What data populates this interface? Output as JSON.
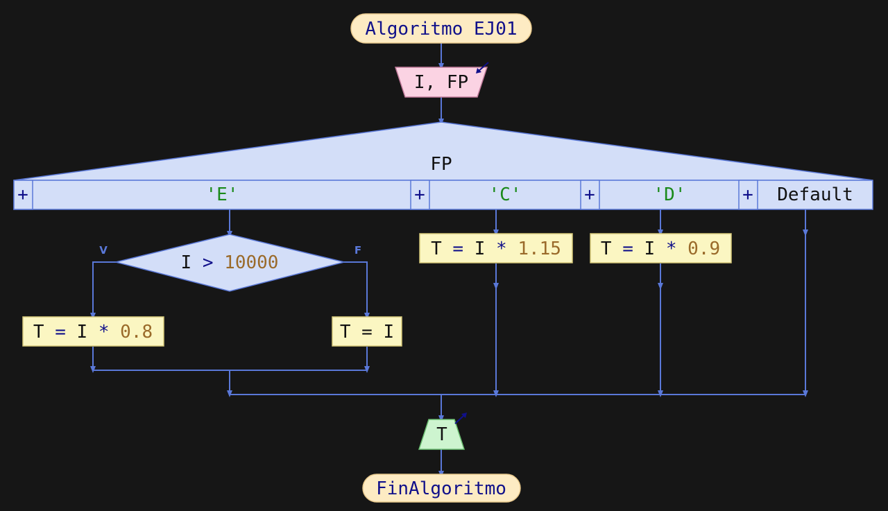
{
  "flowchart": {
    "start_label": "Algoritmo EJ01",
    "input": {
      "vars": "I, FP"
    },
    "switch": {
      "variable": "FP",
      "cases": [
        {
          "label": "'E'"
        },
        {
          "label": "'C'"
        },
        {
          "label": "'D'"
        },
        {
          "label": "Default"
        }
      ],
      "add_symbol": "+"
    },
    "decision": {
      "left": "I",
      "op": ">",
      "right": "10000",
      "true_label": "V",
      "false_label": "F"
    },
    "assign_true": {
      "lhs": "T",
      "eq": "=",
      "var": "I",
      "op": "*",
      "num": "0.8"
    },
    "assign_false": {
      "text": "T = I"
    },
    "assign_c": {
      "lhs": "T",
      "eq": "=",
      "var": "I",
      "op": "*",
      "num": "1.15"
    },
    "assign_d": {
      "lhs": "T",
      "eq": "=",
      "var": "I",
      "op": "*",
      "num": "0.9"
    },
    "output": {
      "vars": "T"
    },
    "end_label": "FinAlgoritmo"
  },
  "colors": {
    "background": "#161616",
    "line": "#5a78d8",
    "terminal_fill": "#fdebc3",
    "input_fill": "#fbd3e3",
    "output_fill": "#cdf4cf",
    "switch_fill": "#d3def8",
    "process_fill": "#fbf6c2",
    "string": "#1a8a1a",
    "number": "#9a6a2a",
    "keyword": "#10108a"
  }
}
